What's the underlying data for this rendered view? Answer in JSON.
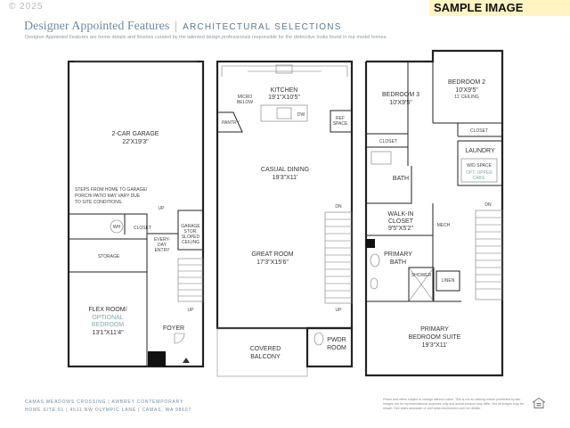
{
  "copyright": "© 2025",
  "sample_badge": "SAMPLE IMAGE",
  "header": {
    "title": "Designer Appointed Features",
    "separator": "|",
    "subtitle": "ARCHITECTURAL SELECTIONS",
    "description": "Designer Appointed Features are home details and finishes curated by the talented design professionals responsible for the distinctive looks found in our model homes."
  },
  "plan1": {
    "garage": {
      "name": "2-CAR GARAGE",
      "dims": "22'X19'3\""
    },
    "steps_note": [
      "STEPS FROM HOME TO GARAGE/",
      "PORCH/ PATIO MAY VARY DUE",
      "TO SITE CONDITIONS."
    ],
    "up1": "UP",
    "wh": "WH",
    "closet": "CLOSET",
    "everyday_entry": [
      "EVERY-",
      "DAY",
      "ENTRY"
    ],
    "garage_stor": [
      "GARAGE",
      "STOR.",
      "SLOPED",
      "CEILING"
    ],
    "storage": "STORAGE",
    "flex": {
      "name": "FLEX ROOM/",
      "optional": [
        "OPTIONAL",
        "BEDROOM"
      ],
      "dims": "13'1\"X11'4\""
    },
    "up2": "UP",
    "foyer": "FOYER"
  },
  "plan2": {
    "kitchen": {
      "name": "KITCHEN",
      "dims": "19'1\"X10'5\""
    },
    "micro": [
      "MICRO",
      "BELOW"
    ],
    "dw": "DW",
    "ref": [
      "REF",
      "SPACE"
    ],
    "pantry": "PANTRY",
    "dining": {
      "name": "CASUAL DINING",
      "dims": "19'3\"X11'"
    },
    "dn": "DN",
    "great_room": {
      "name": "GREAT ROOM",
      "dims": "17'3\"X15'6\""
    },
    "up": "UP",
    "balcony": [
      "COVERED",
      "BALCONY"
    ],
    "pwdr": [
      "PWDR",
      "ROOM"
    ]
  },
  "plan3": {
    "bedroom3": {
      "name": "BEDROOM 3",
      "dims": "10'X9'5\""
    },
    "bedroom2": {
      "name": "BEDROOM 2",
      "dims": "10'X9'5\"",
      "note": "11' CEILING"
    },
    "closet_b3": "CLOSET",
    "closet_b2": "CLOSET",
    "laundry": "LAUNDRY",
    "wd_space": "W/D SPACE",
    "opt_upper": [
      "OPT. UPPER",
      "CABS."
    ],
    "bath": "BATH",
    "walkin": {
      "name": "WALK-IN",
      "name2": "CLOSET",
      "dims": "9'5\"X5'2\""
    },
    "mech": "MECH",
    "dn": "DN",
    "primary_bath": [
      "PRIMARY",
      "BATH"
    ],
    "shower": "SHOWER",
    "linen": "LINEN",
    "suite": {
      "name": "PRIMARY",
      "name2": "BEDROOM SUITE",
      "dims": "19'3\"X11'"
    }
  },
  "footer": {
    "line1": "CAMAS MEADOWS CROSSING | AWBREY CONTEMPORARY",
    "line2": "HOME SITE 61 | 4511 NW OLYMPIC LANE | CAMAS, WA 98607",
    "disclaimer": "Prices and offers subject to change without notice. This is not an offering where prohibited by law. Images are for representational purposes only and actual product may differ. Not all images may be shown. See sales associate or visit www.newhomeco.com for details."
  },
  "icons": {
    "eho": "equal-housing-icon"
  }
}
